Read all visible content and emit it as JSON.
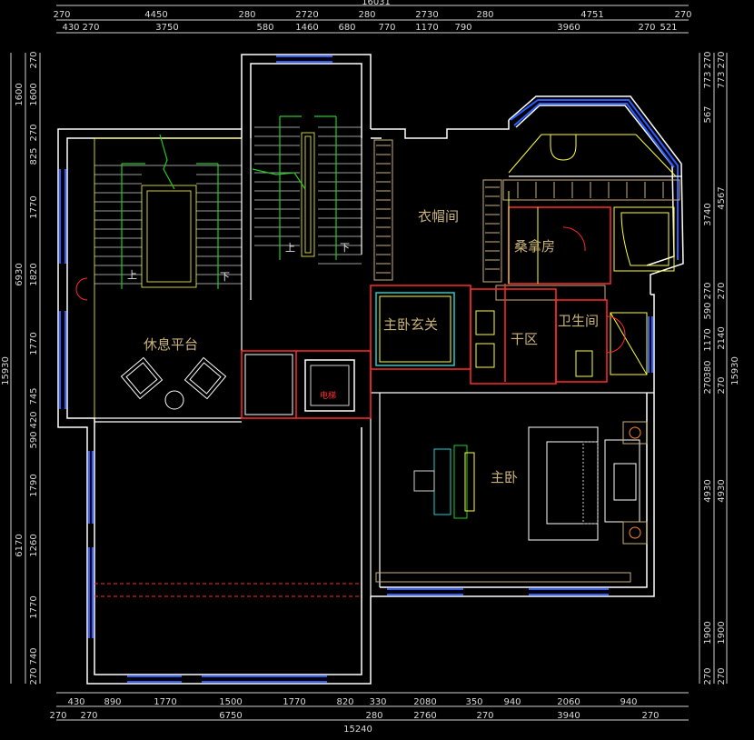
{
  "rooms": {
    "cloakroom": "衣帽间",
    "sauna": "桑拿房",
    "lounge": "休息平台",
    "foyer": "主卧玄关",
    "dry_area": "干区",
    "bathroom": "卫生间",
    "master_bedroom": "主卧"
  },
  "stair_marks": {
    "up_left": "上",
    "down_left": "下",
    "up_mid": "上",
    "down_mid": "下"
  },
  "equipment_label": "电梯",
  "dims": {
    "top_total": "16031",
    "top_row1": [
      "270",
      "4450",
      "280",
      "2720",
      "280",
      "2730",
      "280",
      "4751",
      "270"
    ],
    "top_row2": [
      "430",
      "270",
      "3750",
      "580",
      "1460",
      "680",
      "770",
      "1170",
      "790",
      "3960",
      "270",
      "521"
    ],
    "bottom_row1": [
      "430",
      "890",
      "1770",
      "1500",
      "1770",
      "820",
      "330",
      "2080",
      "350",
      "940",
      "2060",
      "940"
    ],
    "bottom_row2": [
      "270",
      "270",
      "6750",
      "280",
      "2760",
      "270",
      "3940",
      "270"
    ],
    "bottom_total": "15240",
    "left_row1": [
      "270",
      "1600",
      "270",
      "825",
      "1770",
      "1820",
      "1770",
      "745",
      "420",
      "590",
      "1790",
      "1260",
      "1770",
      "740",
      "270"
    ],
    "left_mid": [
      "1600",
      "6930",
      "6170"
    ],
    "left_total": "15930",
    "right_row1": [
      "270",
      "773",
      "567",
      "270",
      "590",
      "1170",
      "380",
      "270",
      "4930",
      "1900",
      "270"
    ],
    "right_row2": [
      "270",
      "773",
      "4567",
      "3740",
      "270",
      "2140",
      "270",
      "4930",
      "1900",
      "270"
    ],
    "right_total": "15930"
  },
  "colors": {
    "wall": "#ffffff",
    "window": "#2a5cff",
    "fixture": "#ffff33",
    "cabinet": "#c9b27a",
    "door": "#ff2a2a",
    "stair_arrow": "#22cc22",
    "cyan": "#22cccc"
  }
}
